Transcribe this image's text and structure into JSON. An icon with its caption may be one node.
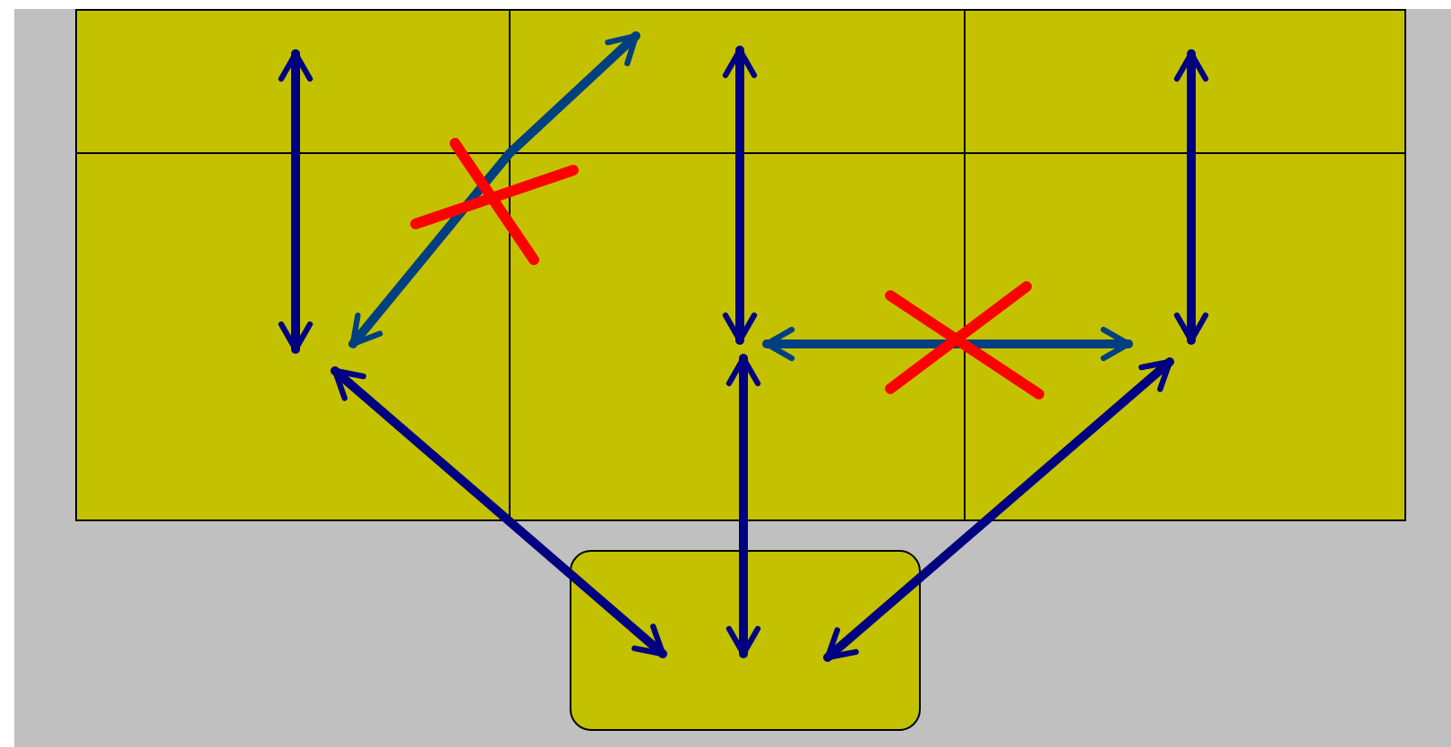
{
  "diagram": {
    "nodes": [
      {
        "text": [],
        "shape": "box"
      },
      {
        "text": [],
        "shape": "box"
      },
      {
        "text": [],
        "shape": "box"
      },
      {
        "text": [],
        "shape": "box"
      },
      {
        "text": [],
        "shape": "box"
      },
      {
        "text": [],
        "shape": "box"
      },
      {
        "text": [],
        "shape": "box"
      }
    ],
    "edges": [
      {
        "from": 0,
        "to": 3,
        "arrow": "both"
      },
      {
        "from": 1,
        "to": 3,
        "arrow": "both",
        "color": "#004080"
      },
      {
        "from": 1,
        "to": 4,
        "arrow": "both"
      },
      {
        "from": 2,
        "to": 5,
        "arrow": "both"
      },
      {
        "from": 4,
        "to": 5,
        "arrow": "both",
        "color": "#004080"
      },
      {
        "from": 3,
        "to": 6,
        "arrow": "both"
      },
      {
        "from": 4,
        "to": 6,
        "arrow": "both"
      },
      {
        "from": 5,
        "to": 6,
        "arrow": "both"
      }
    ]
  }
}
